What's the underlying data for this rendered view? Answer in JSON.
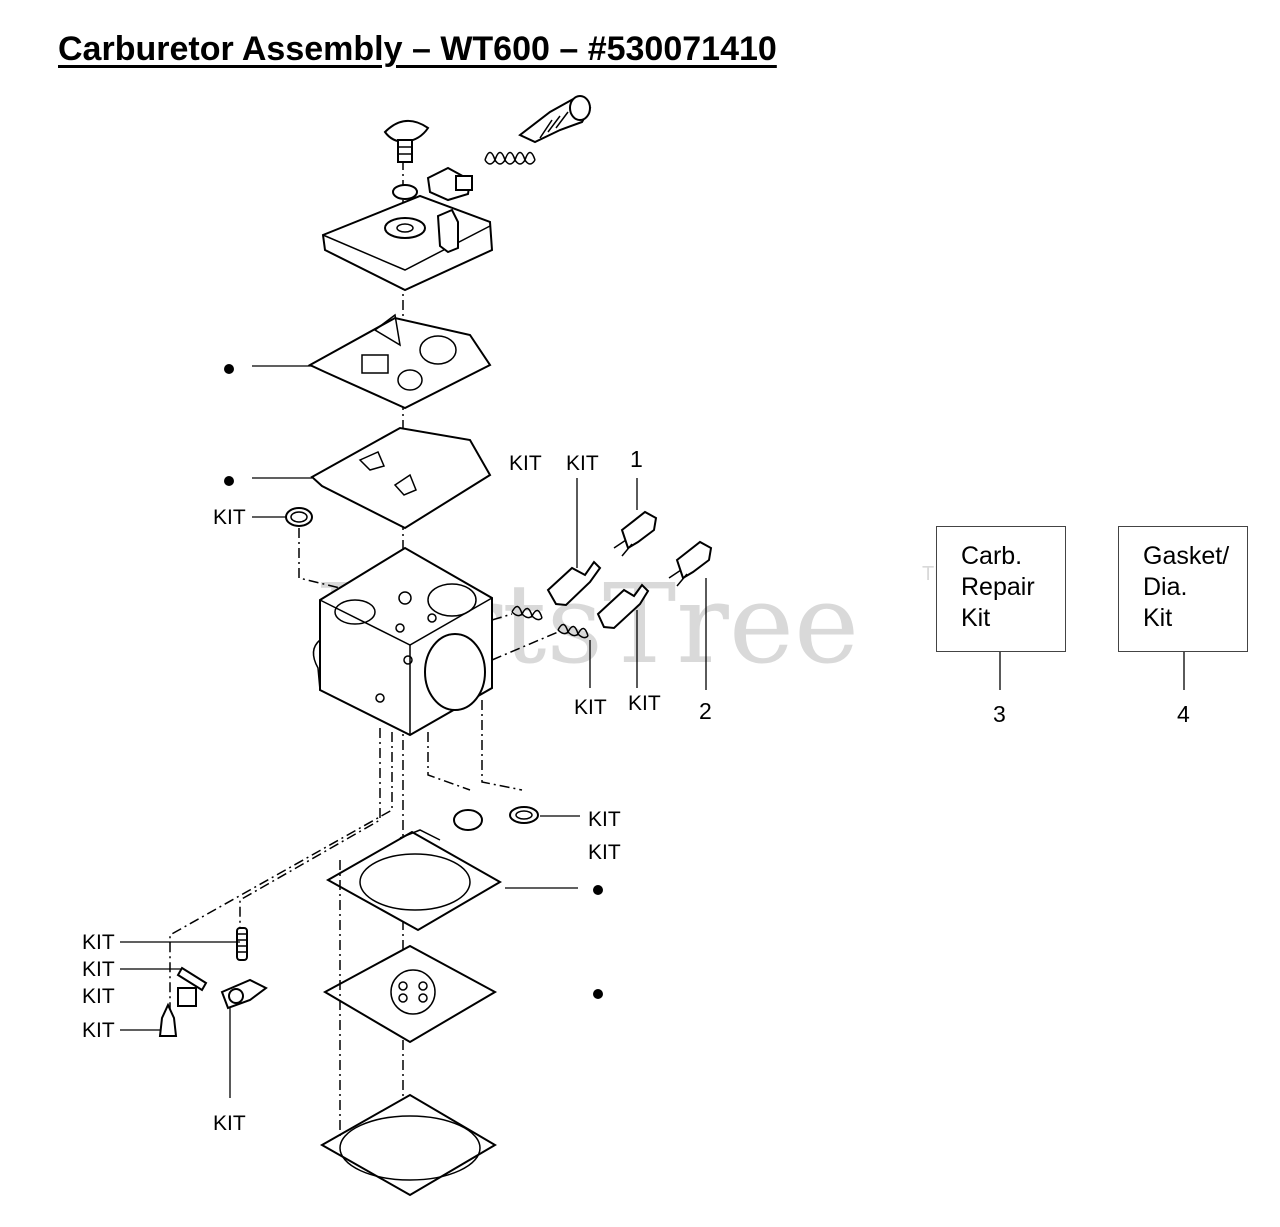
{
  "title": "Carburetor Assembly – WT600 – #530071410",
  "watermark": {
    "text": "PartsTree",
    "mark": "TM",
    "color": "#d9d9d9"
  },
  "labels": {
    "kit": "KIT",
    "item1": "1",
    "item2": "2",
    "item3": "3",
    "item4": "4"
  },
  "boxes": {
    "carb_repair_kit": [
      "Carb.",
      "Repair",
      "Kit"
    ],
    "gasket_dia_kit": [
      "Gasket/",
      "Dia.",
      "Kit"
    ]
  },
  "parts": [
    "screw",
    "adjusting-screw",
    "spring",
    "lever",
    "pump-cover",
    "pin",
    "gasket",
    "pump-diaphragm",
    "filter-screen",
    "carburetor-body",
    "needle-high",
    "needle-low",
    "limiter-cap-1",
    "limiter-cap-2",
    "welch-plug",
    "gasket-lower",
    "metering-diaphragm",
    "metering-cover",
    "spring-small",
    "lever-pin",
    "inlet-needle",
    "metering-lever"
  ]
}
